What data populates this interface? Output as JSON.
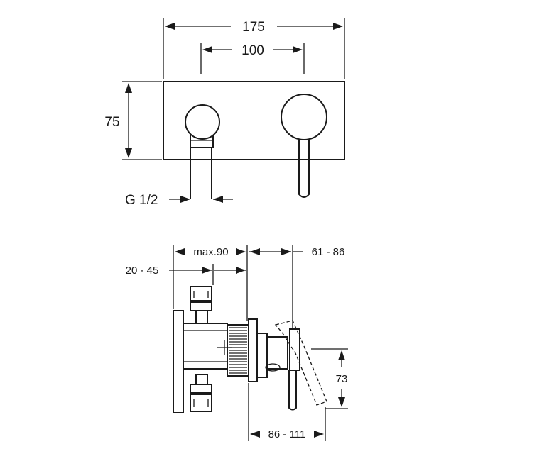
{
  "front_view": {
    "width_overall": "175",
    "center_distance": "100",
    "height": "75",
    "thread": "G 1/2"
  },
  "side_view": {
    "projection_max": "max.90",
    "projection_range": "61 - 86",
    "wall_depth": "20 - 45",
    "total_depth": "86 - 111",
    "lever_height": "73"
  }
}
